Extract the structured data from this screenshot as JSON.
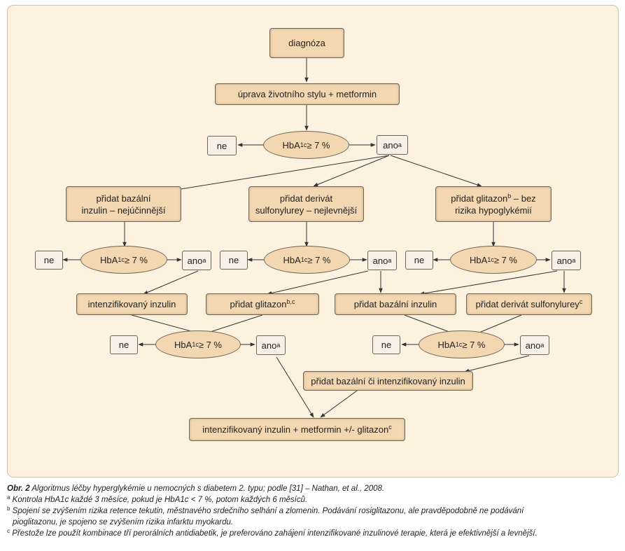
{
  "nodes": {
    "diagnoza": "diagnóza",
    "uprava": "úprava životního stylu + metformin",
    "ne": "ne",
    "ano": "ano",
    "ano_sup": "a",
    "hba_prefix": "HbA",
    "hba_sub": "1c",
    "hba_suffix": " ≥ 7 %",
    "bazalni_l1": "přidat bazální",
    "bazalni_l2": "inzulin – nejúčinnější",
    "derivat_l1": "přidat derivát",
    "derivat_l2": "sulfonylurey – nejlevnější",
    "glitazon_l1a": "přidat glitazon",
    "glitazon_l1_sup": "b",
    "glitazon_l1b": " – bez",
    "glitazon_l2": "rizika hypoglykémií",
    "intenzifikovany": "intenzifikovaný inzulin",
    "pridat_glitazon": "přidat glitazon",
    "pridat_glitazon_sup": "b,c",
    "pridat_bazalni_inzulin": "přidat bazální inzulin",
    "pridat_derivat_sulf": "přidat derivát sulfonylurey",
    "pridat_derivat_sulf_sup": "c",
    "bazalni_ci_intenz": "přidat bazální či intenzifikovaný inzulin",
    "final": "intenzifikovaný inzulin + metformin +/- glitazon",
    "final_sup": "c"
  },
  "caption": {
    "title": "Obr. 2",
    "text": "Algoritmus léčby hyperglykémie u nemocných s diabetem 2. typu; podle [31] – Nathan, et al., 2008.",
    "note_a_mark": "a",
    "note_a": "Kontrola HbA1c každé 3 měsíce, pokud je HbA1c < 7 %, potom každých 6 měsíců.",
    "note_b_mark": "b",
    "note_b_1": "Spojení se zvýšením rizika retence tekutin, městnavého srdečního selhání a zlomenin. Podávání rosiglitazonu, ale pravděpodobně ne podávání",
    "note_b_2": "pioglitazonu, je spojeno se zvýšením rizika infarktu myokardu.",
    "note_c_mark": "c",
    "note_c": "Přestože lze použít kombinace tří perorálních antidiabetik, je preferováno zahájení intenzifikované inzulinové terapie, která je efektivnější a levnější."
  },
  "colors": {
    "panel_background": "#fdf2e0",
    "box_fill": "#f3d7b0",
    "small_box_fill": "#f7f0e6",
    "border": "#6f6456",
    "arrow": "#333333"
  }
}
